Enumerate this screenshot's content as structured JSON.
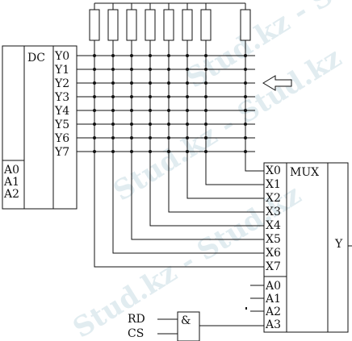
{
  "watermark": {
    "text_1": "Stud.kz - Stud.kz",
    "text_2": "Stud.kz - Stud.kz",
    "text_3": "Stud.kz - Stud.kz"
  },
  "decoder": {
    "label": "DC",
    "outputs": [
      "Y0",
      "Y1",
      "Y2",
      "Y3",
      "Y4",
      "Y5",
      "Y6",
      "Y7"
    ],
    "address_inputs": [
      "A0",
      "A1",
      "A2"
    ]
  },
  "mux": {
    "label": "MUX",
    "data_inputs": [
      "X0",
      "X1",
      "X2",
      "X3",
      "X4",
      "X5",
      "X6",
      "X7"
    ],
    "address_inputs": [
      "A0",
      "A1",
      "A2",
      "A3"
    ],
    "output": "Y"
  },
  "and_gate": {
    "symbol": "&",
    "inputs": [
      "RD",
      "CS"
    ]
  },
  "colors": {
    "line": "#111111",
    "watermark": "#d7e6ec"
  },
  "icons": {
    "arrow": "hollow-left-arrow-icon",
    "resistor": "resistor-icon",
    "junction": "junction-dot-icon"
  }
}
